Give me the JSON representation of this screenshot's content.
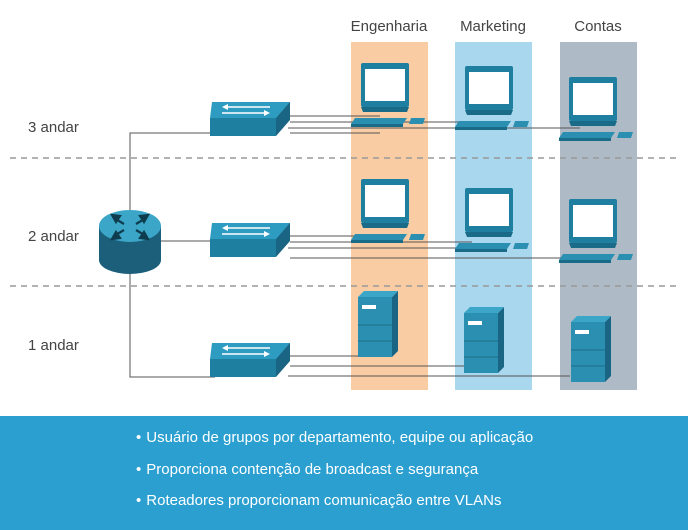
{
  "departments": [
    {
      "label": "Engenharia",
      "color": "#f9cca4"
    },
    {
      "label": "Marketing",
      "color": "#a9d7ee"
    },
    {
      "label": "Contas",
      "color": "#aebbc7"
    }
  ],
  "floors": [
    {
      "label": "3 andar"
    },
    {
      "label": "2 andar"
    },
    {
      "label": "1 andar"
    }
  ],
  "features": [
    "Usuário de grupos por departamento, equipe ou aplicação",
    "Proporciona contenção de broadcast e segurança",
    "Roteadores proporcionam comunicação entre VLANs"
  ],
  "bullet": "•",
  "colors": {
    "device": "#2a8fb0",
    "device_dark": "#1d6f8a",
    "router_top": "#3ba6c7",
    "router_side": "#1b5f7a",
    "footer": "#2a9fd0",
    "line": "#555555",
    "divider": "#999999"
  },
  "icons": {
    "router": "router-icon",
    "switch": "switch-icon",
    "computer": "computer-icon",
    "server": "server-icon"
  }
}
